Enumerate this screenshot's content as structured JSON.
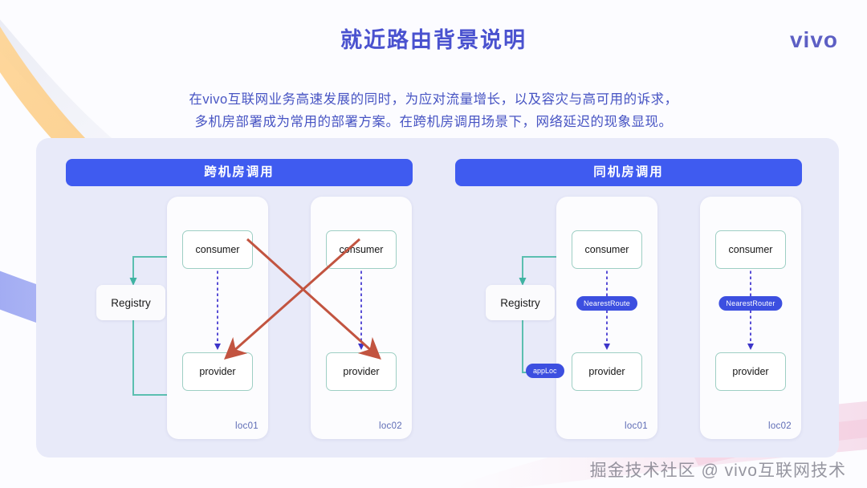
{
  "header": {
    "title": "就近路由背景说明",
    "logo": "vivo"
  },
  "subtitle": {
    "line1": "在vivo互联网业务高速发展的同时，为应对流量增长，以及容灾与高可用的诉求，",
    "line2": "多机房部署成为常用的部署方案。在跨机房调用场景下，网络延迟的现象显现。"
  },
  "colors": {
    "accent_blue": "#3f5bf0",
    "title_blue": "#4a52cf",
    "panel_bg": "#e8eaf9",
    "node_border": "#9ecfc4",
    "connector_teal": "#5bbfb0",
    "dotted_purple": "#5a4fd6",
    "cross_arrow_red": "#c25440",
    "badge_blue": "#3c4fe0",
    "loc_label": "#5d6bb5"
  },
  "diagram": {
    "groups": [
      {
        "id": "cross-datacenter",
        "header": "跨机房调用",
        "registry": "Registry",
        "cards": [
          {
            "id": "loc01",
            "label": "loc01",
            "consumer": "consumer",
            "provider": "provider",
            "route_badge": null
          },
          {
            "id": "loc02",
            "label": "loc02",
            "consumer": "consumer",
            "provider": "provider",
            "route_badge": null
          }
        ],
        "apploc_badge": null,
        "has_cross_arrows": true
      },
      {
        "id": "same-datacenter",
        "header": "同机房调用",
        "registry": "Registry",
        "cards": [
          {
            "id": "loc01",
            "label": "loc01",
            "consumer": "consumer",
            "provider": "provider",
            "route_badge": "NearestRoute"
          },
          {
            "id": "loc02",
            "label": "loc02",
            "consumer": "consumer",
            "provider": "provider",
            "route_badge": "NearestRouter"
          }
        ],
        "apploc_badge": "appLoc",
        "has_cross_arrows": false
      }
    ]
  },
  "watermark": "掘金技术社区 @ vivo互联网技术"
}
